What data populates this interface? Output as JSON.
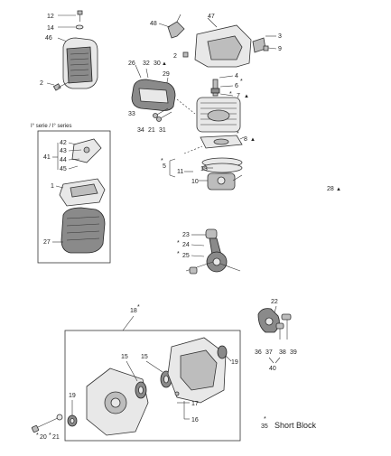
{
  "inset": {
    "title": "I° serie / I° series"
  },
  "labels": {
    "p12": "12",
    "p14": "14",
    "p46": "46",
    "p2a": "2",
    "p48": "48",
    "p47": "47",
    "p3": "3",
    "p2b": "2",
    "p9": "9",
    "p26": "26",
    "p32": "32",
    "p30": "30",
    "p29": "29",
    "p4": "4",
    "p6": "6",
    "p7": "7",
    "p33": "33",
    "p34": "34",
    "p21a": "21",
    "p31": "31",
    "p8": "8",
    "p5": "5",
    "p11": "11",
    "p13": "13",
    "p10": "10",
    "p28": "28",
    "p42": "42",
    "p43": "43",
    "p41": "41",
    "p44": "44",
    "p45": "45",
    "p1": "1",
    "p27": "27",
    "p23": "23",
    "p24": "24",
    "p25": "25",
    "p22": "22",
    "p18": "18",
    "p36": "36",
    "p37": "37",
    "p38": "38",
    "p39": "39",
    "p40": "40",
    "p15a": "15",
    "p15b": "15",
    "p19a": "19",
    "p19b": "19",
    "p17": "17",
    "p16": "16",
    "p20": "20",
    "p21b": "21",
    "p35": "35",
    "short_block": "Short Block"
  },
  "symbols": {
    "star": "*",
    "triangle": "▲"
  }
}
